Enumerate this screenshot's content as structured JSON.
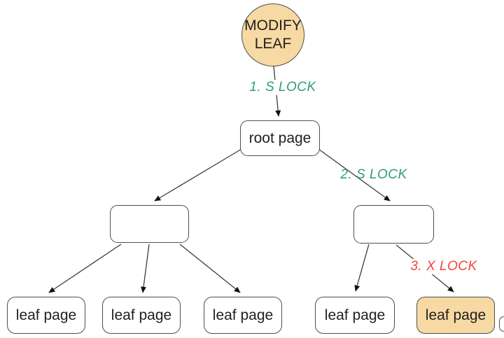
{
  "colors": {
    "highlight": "#F7D9A3",
    "node_bg": "#FFFFFF",
    "node_border": "#4F4F4F",
    "text": "#1F1F1F",
    "line": "#3D3D3D",
    "arrowhead": "#111111",
    "lock_s": "#2E9F77",
    "lock_x": "#F9423A"
  },
  "nodes": {
    "modify_leaf": {
      "label": "MODIFY LEAF"
    },
    "root": {
      "label": "root page"
    },
    "internal_left": {
      "label": ""
    },
    "internal_right": {
      "label": ""
    },
    "leaves": [
      {
        "label": "leaf page",
        "highlighted": false
      },
      {
        "label": "leaf page",
        "highlighted": false
      },
      {
        "label": "leaf page",
        "highlighted": false
      },
      {
        "label": "leaf page",
        "highlighted": false
      },
      {
        "label": "leaf page",
        "highlighted": true
      }
    ]
  },
  "lock_labels": [
    {
      "step": "1. S LOCK",
      "type": "shared"
    },
    {
      "step": "2. S LOCK",
      "type": "shared"
    },
    {
      "step": "3. X LOCK",
      "type": "exclusive"
    }
  ]
}
